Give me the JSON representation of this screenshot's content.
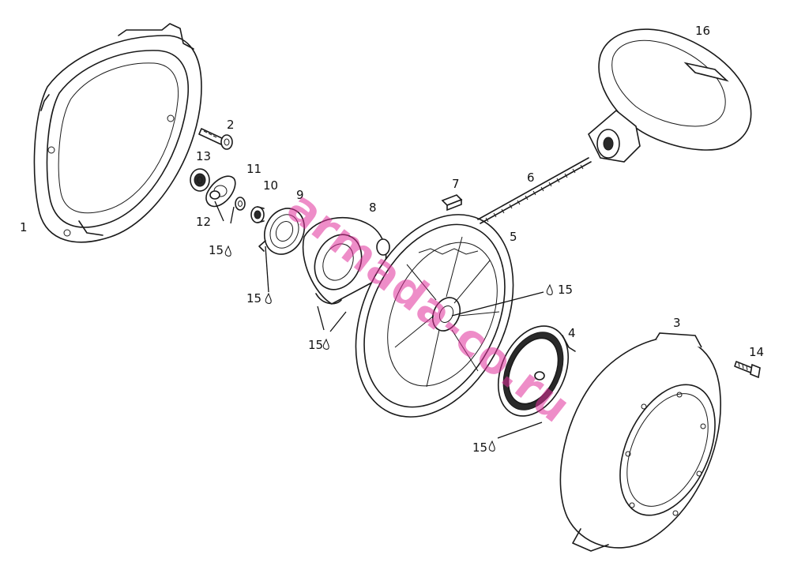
{
  "diagram": {
    "callouts": {
      "c1": "1",
      "c2": "2",
      "c3": "3",
      "c4": "4",
      "c5": "5",
      "c6": "6",
      "c7": "7",
      "c8": "8",
      "c9": "9",
      "c10": "10",
      "c11": "11",
      "c12": "12",
      "c13": "13",
      "c14": "14",
      "c16": "16",
      "c15a": "15",
      "c15b": "15",
      "c15c": "15",
      "c15d": "15",
      "c15e": "15"
    },
    "watermark": "armada-co.ru"
  }
}
